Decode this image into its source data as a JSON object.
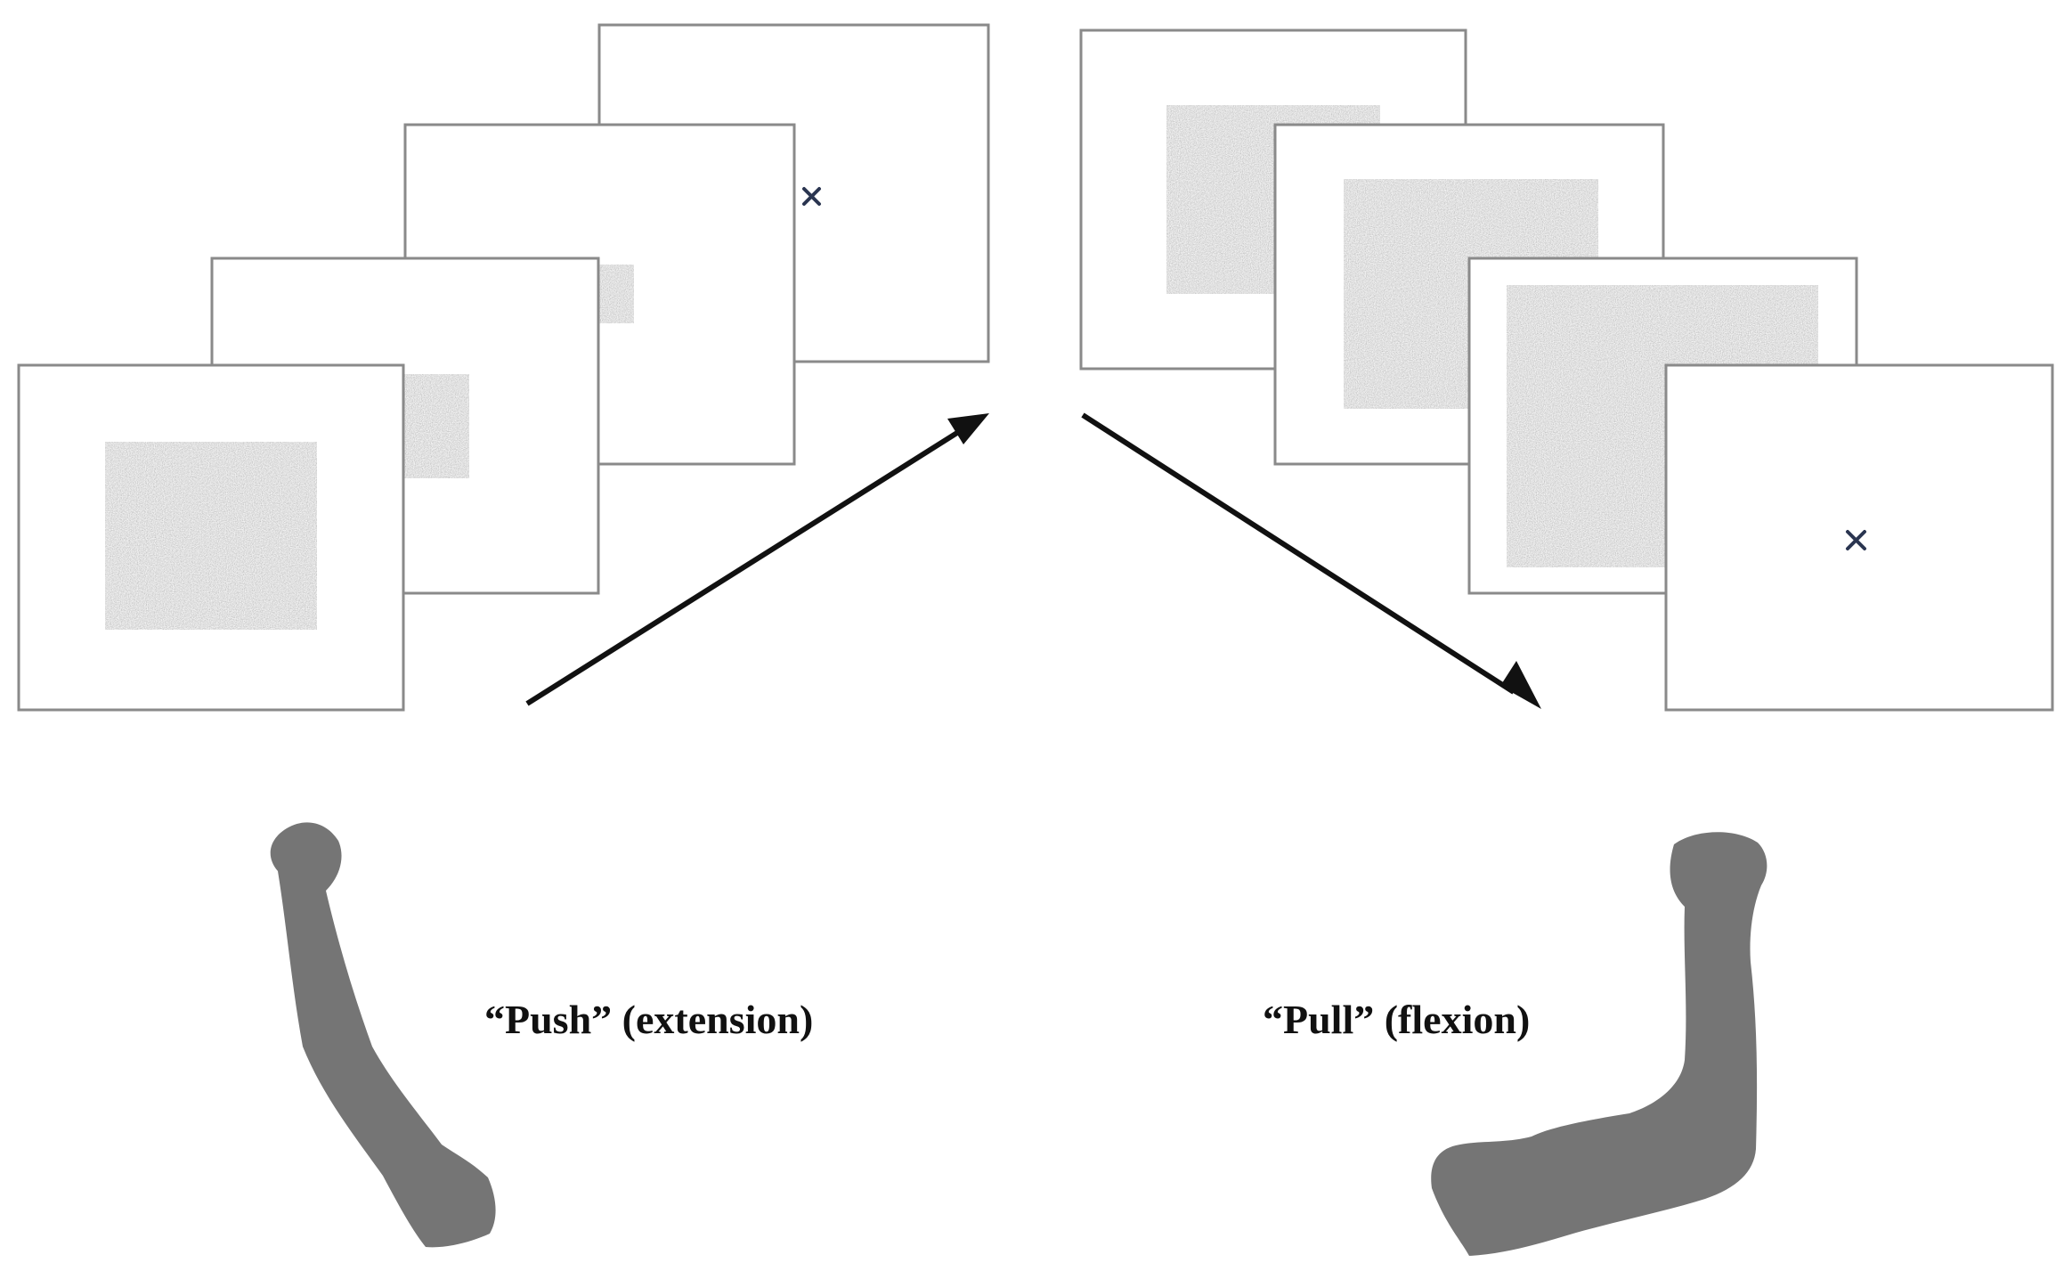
{
  "figure": {
    "push_label": "“Push” (extension)",
    "pull_label": "“Pull” (flexion)"
  },
  "sequences": {
    "push": {
      "arm_movement": "extension",
      "direction": "stimulus shrinks toward fixation cross",
      "frames": [
        "large-noise-square",
        "medium-noise-square",
        "small-noise-square",
        "fixation-cross"
      ]
    },
    "pull": {
      "arm_movement": "flexion",
      "direction": "stimulus grows toward fixation cross",
      "frames": [
        "small-noise-square",
        "medium-noise-square",
        "large-noise-square",
        "fixation-cross"
      ]
    }
  },
  "colors": {
    "frame_border": "#8a8a8a",
    "noise": "#bdbdbd",
    "arm": "#757575",
    "arrow": "#111111"
  }
}
